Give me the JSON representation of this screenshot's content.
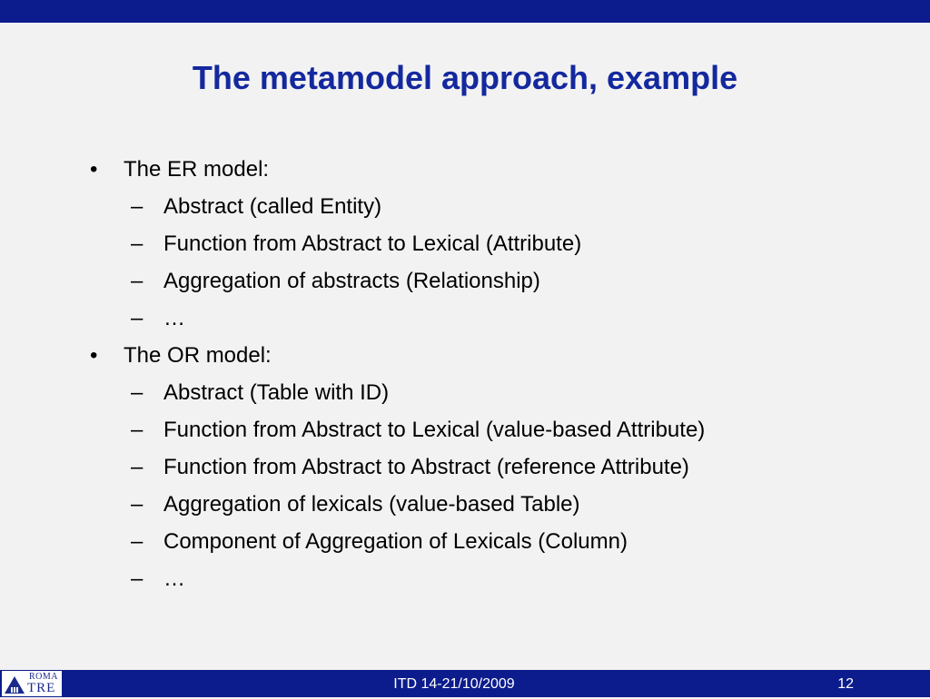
{
  "slide": {
    "title": "The metamodel approach, example",
    "items": [
      {
        "level": 1,
        "marker": "•",
        "text": "The ER model:"
      },
      {
        "level": 2,
        "marker": "–",
        "text": "Abstract (called Entity)"
      },
      {
        "level": 2,
        "marker": "–",
        "text": "Function from Abstract to Lexical (Attribute)"
      },
      {
        "level": 2,
        "marker": "–",
        "text": "Aggregation of abstracts (Relationship)"
      },
      {
        "level": 2,
        "marker": "–",
        "text": "…"
      },
      {
        "level": 1,
        "marker": "•",
        "text": "The OR model:"
      },
      {
        "level": 2,
        "marker": "–",
        "text": "Abstract (Table with ID)"
      },
      {
        "level": 2,
        "marker": "–",
        "text": "Function from Abstract to Lexical (value-based Attribute)"
      },
      {
        "level": 2,
        "marker": "–",
        "text": "Function from Abstract to Abstract (reference Attribute)"
      },
      {
        "level": 2,
        "marker": "–",
        "text": "Aggregation of lexicals (value-based Table)"
      },
      {
        "level": 2,
        "marker": "–",
        "text": "Component of Aggregation of Lexicals (Column)"
      },
      {
        "level": 2,
        "marker": "–",
        "text": "…"
      }
    ]
  },
  "logo": {
    "line1": "ROMA",
    "line2": "TRE",
    "icon": "university-building-icon"
  },
  "footer": {
    "center": "ITD 14-21/10/2009",
    "page": "12"
  },
  "colors": {
    "bar": "#0c1c8c",
    "title": "#14289e",
    "background": "#f2f2f2"
  }
}
